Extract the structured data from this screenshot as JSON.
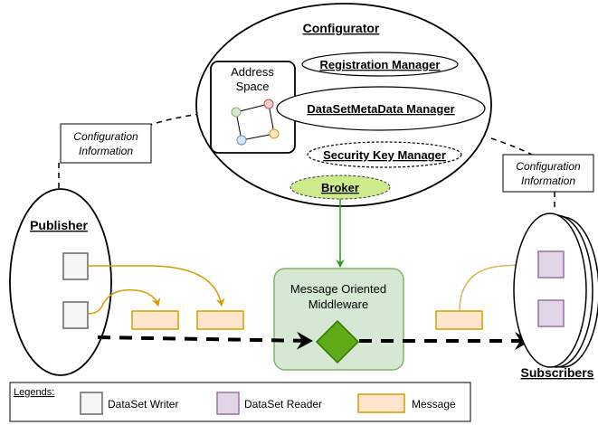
{
  "configurator": {
    "title": "Configurator",
    "address_space_line1": "Address",
    "address_space_line2": "Space",
    "registration_manager": "Registration Manager",
    "metadata_manager": "DataSetMetaData Manager",
    "security_key_manager": "Security Key Manager",
    "broker": "Broker"
  },
  "config_info_left": {
    "line1": "Configuration",
    "line2": "Information"
  },
  "config_info_right": {
    "line1": "Configuration",
    "line2": "Information"
  },
  "publisher": {
    "label": "Publisher"
  },
  "subscribers": {
    "label": "Subscribers"
  },
  "middleware": {
    "line1": "Message Oriented",
    "line2": "Middleware"
  },
  "legend": {
    "title": "Legends:",
    "writer": "DataSet Writer",
    "reader": "DataSet Reader",
    "message": "Message"
  },
  "colors": {
    "writer_fill": "#f5f5f5",
    "writer_stroke": "#666666",
    "reader_fill": "#e1d5e7",
    "reader_stroke": "#9673a6",
    "message_fill": "#ffe6cc",
    "message_stroke": "#d79b00",
    "broker_fill": "#cdeb8b",
    "middleware_fill": "#d5e8d4",
    "middleware_stroke": "#82b366",
    "diamond_fill": "#60a917",
    "arrow_green": "#2d9a1f",
    "arrow_orange": "#d79b00",
    "arrow_orange_light": "#d6b656"
  }
}
